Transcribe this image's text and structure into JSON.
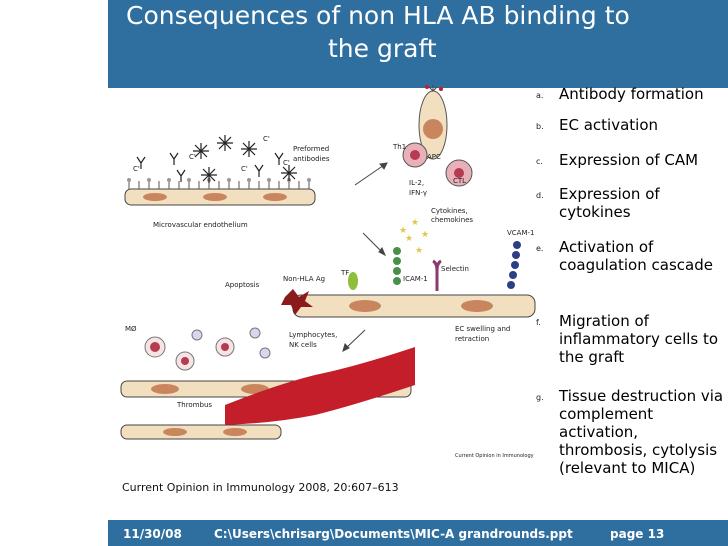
{
  "slide": {
    "title_line1": "Consequences of non HLA AB binding to",
    "title_line2": "the graft",
    "caption": "Current Opinion in Immunology 2008, 20:607–613",
    "figure": {
      "preformed": "Preformed",
      "antibodies": "antibodies",
      "microvascular": "Microvascular endothelium",
      "th1": "Th1",
      "apc": "APC",
      "ctl": "CTL",
      "il2": "IL-2,",
      "ifn": "IFN-γ",
      "cytokines": "Cytokines,",
      "chemokines": "chemokines",
      "vcam": "VCAM-1",
      "icam": "ICAM-1",
      "selectin": "Selectin",
      "tf": "TF",
      "nonhla": "Non-HLA Ag",
      "apoptosis": "Apoptosis",
      "ec_swelling": "EC swelling and",
      "retraction": "retraction",
      "mphi": "MØ",
      "lymphocytes": "Lymphocytes,",
      "nk": "NK cells",
      "thrombus": "Thrombus",
      "journal": "Current Opinion in Immunology",
      "c1": "C'",
      "c2": "C'",
      "c3": "C'",
      "c4": "C'",
      "c5": "C'"
    },
    "list": [
      {
        "marker": "a.",
        "text": "Antibody formation"
      },
      {
        "marker": "b.",
        "text": "EC activation"
      },
      {
        "marker": "c.",
        "text": "Expression of CAM"
      },
      {
        "marker": "d.",
        "text": "Expression of cytokines"
      },
      {
        "marker": "e.",
        "text": "Activation of coagulation cascade"
      },
      {
        "marker": "f.",
        "text": "Migration of inflammatory cells to the graft"
      },
      {
        "marker": "g.",
        "text": "Tissue destruction via complement activation, thrombosis, cytolysis (relevant to MICA)"
      }
    ],
    "footer": {
      "date": "11/30/08",
      "path": "C:\\Users\\chrisarg\\Documents\\MIC-A grandrounds.ppt",
      "page": "page 13"
    }
  },
  "colors": {
    "title_bar": "#2f6f9f",
    "cell_fill": "#f2dfbf",
    "nucleus": "#c9865e",
    "thrombus": "#c41e2a"
  }
}
